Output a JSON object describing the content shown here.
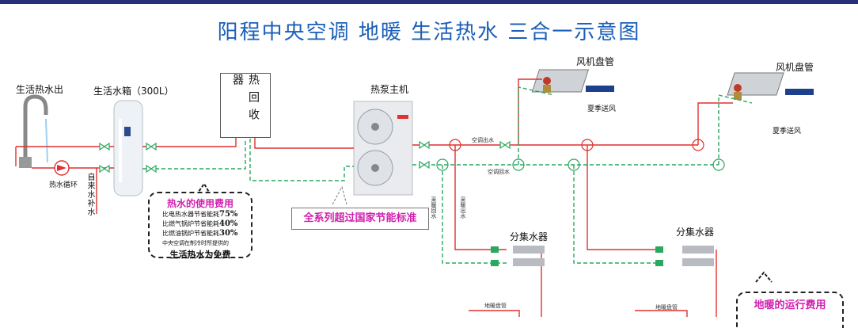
{
  "title": "阳程中央空调 地暖 生活热水 三合一示意图",
  "labels": {
    "hot_water_out": "生活热水出",
    "tank": "生活水箱（300L）",
    "heat_recovery": "热回收器",
    "heat_pump": "热泵主机",
    "fan_coil_1": "风机盘管",
    "fan_coil_2": "风机盘管",
    "summer_air_1": "夏季送风",
    "summer_air_2": "夏季送风",
    "hot_water_circ": "热水循环",
    "tap_water": "自来水补水",
    "ac_out": "空调出水",
    "ac_return": "空调回水",
    "floor_return": "采暖回水",
    "floor_out": "采暖出水",
    "manifold_1": "分集水器",
    "manifold_2": "分集水器",
    "floor_coil_1": "地暖盘管",
    "floor_coil_2": "地暖盘管",
    "standard": "全系列超过国家节能标准"
  },
  "hot_water_cost": {
    "heading": "热水的使用费用",
    "lines": [
      {
        "text": "比电热水器节省能耗",
        "pct": "75%"
      },
      {
        "text": "比燃气锅炉节省能耗",
        "pct": "40%"
      },
      {
        "text": "比燃油锅炉节省能耗",
        "pct": "30%"
      }
    ],
    "line4": "中央空调在制冷时所提供的",
    "free": "生活热水为免费"
  },
  "floor_cost": {
    "heading": "地暖的运行费用"
  },
  "colors": {
    "hot_pipe": "#e03030",
    "cold_pipe": "#2aa860",
    "title": "#1b5fb8",
    "accent": "#d11fae"
  }
}
